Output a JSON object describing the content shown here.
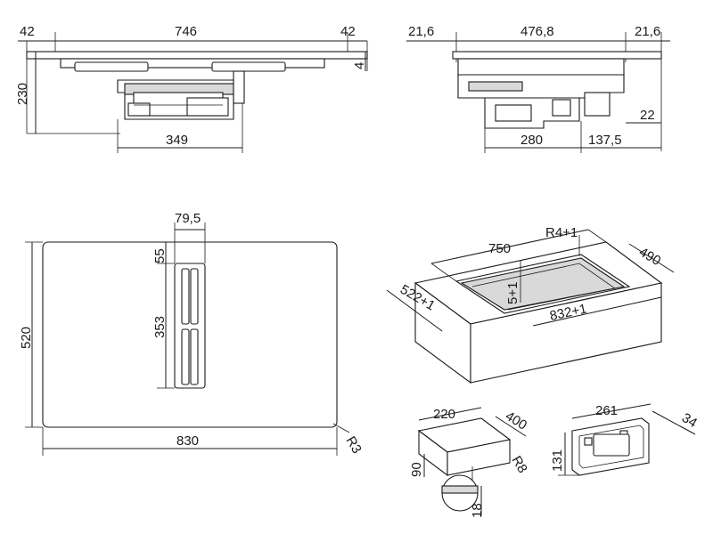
{
  "drawing": {
    "colors": {
      "line": "#1a1a1a",
      "fill": "#ffffff",
      "shade": "#d9d9d9"
    },
    "front_view": {
      "left_margin": "42",
      "width": "746",
      "right_margin": "42",
      "height": "230",
      "glass": "4",
      "motor_width": "349"
    },
    "side_view": {
      "left_margin": "21,6",
      "depth": "476,8",
      "right_margin": "21,6",
      "offset": "22",
      "motor_depth": "280",
      "rear": "137,5"
    },
    "top_view": {
      "vent_width": "79,5",
      "vent_top": "55",
      "vent_length": "353",
      "depth": "520",
      "width": "830",
      "radius": "R3"
    },
    "cutout": {
      "width": "750",
      "radius": "R4+1",
      "depth": "490",
      "inner_depth": "522+1",
      "step": "5+1",
      "outer_width": "832+1"
    },
    "duct": {
      "width": "220",
      "length": "400",
      "height": "90",
      "radius": "R8",
      "detail": "18"
    },
    "flange": {
      "width": "261",
      "depth": "34",
      "height": "131"
    }
  }
}
